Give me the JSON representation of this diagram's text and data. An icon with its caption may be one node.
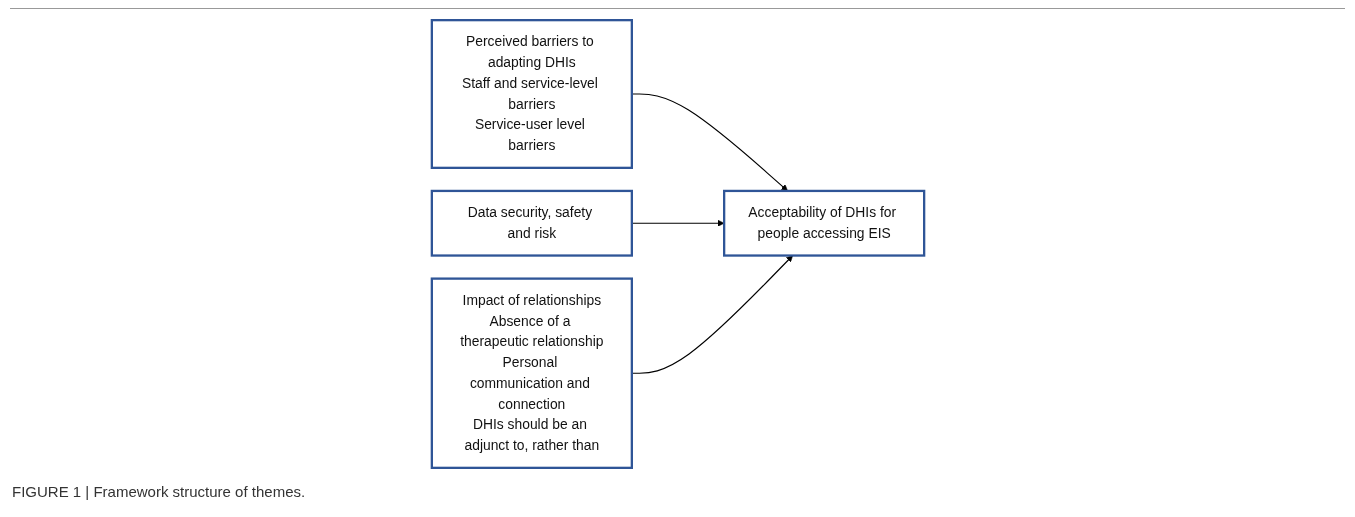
{
  "diagram": {
    "caption": "FIGURE 1 | Framework structure of themes.",
    "nodes": [
      {
        "text": [
          "Perceived barriers to adapting DHIs",
          "Staff and service-level barriers",
          "Service-user level barriers"
        ]
      },
      {
        "text": [
          "Data security, safety and risk"
        ]
      },
      {
        "text": [
          "Impact of relationships",
          "Absence of a therapeutic relationship",
          "Personal communication and connection",
          "DHIs should be an adjunct to, rather than"
        ]
      },
      {
        "text": [
          "Acceptability of DHIs for people accessing EIS"
        ]
      }
    ],
    "edges": [
      {
        "from": 0,
        "to": 3,
        "arrow": "to"
      },
      {
        "from": 1,
        "to": 3,
        "arrow": "to"
      },
      {
        "from": 2,
        "to": 3,
        "arrow": "to"
      }
    ]
  }
}
